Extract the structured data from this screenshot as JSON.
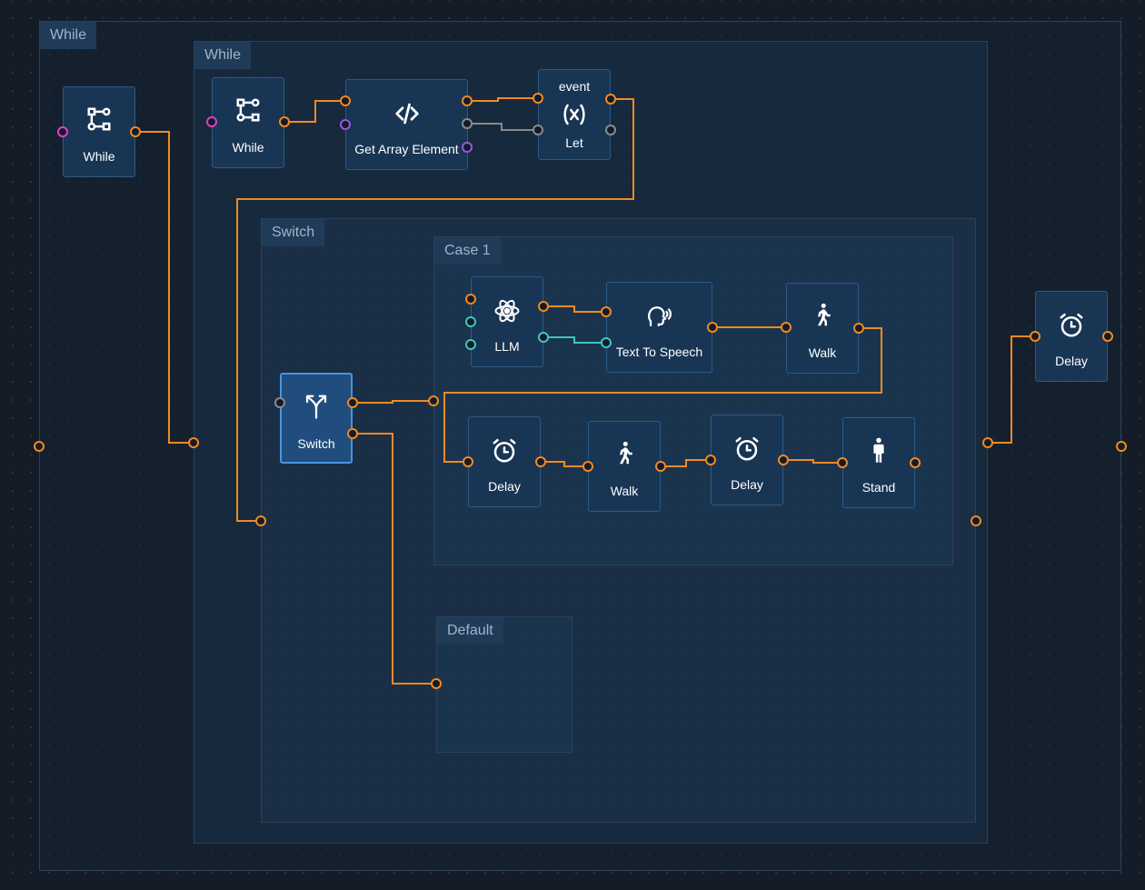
{
  "groups": {
    "outer_while": "While",
    "inner_while": "While",
    "switch": "Switch",
    "case1": "Case 1",
    "default": "Default"
  },
  "nodes": {
    "while_outer": {
      "label": "While",
      "icon": "branch-icon"
    },
    "while_inner": {
      "label": "While",
      "icon": "branch-icon"
    },
    "get_array_element": {
      "label": "Get Array Element",
      "icon": "code-icon"
    },
    "let": {
      "label": "Let",
      "variable": "event",
      "icon": "variable-icon"
    },
    "llm": {
      "label": "LLM",
      "icon": "atom-icon"
    },
    "text_to_speech": {
      "label": "Text To Speech",
      "icon": "speaking-head-icon"
    },
    "walk_1": {
      "label": "Walk",
      "icon": "walking-person-icon"
    },
    "switch": {
      "label": "Switch",
      "icon": "split-arrows-icon",
      "selected": true
    },
    "delay_1": {
      "label": "Delay",
      "icon": "alarm-clock-icon"
    },
    "walk_2": {
      "label": "Walk",
      "icon": "walking-person-icon"
    },
    "delay_2": {
      "label": "Delay",
      "icon": "alarm-clock-icon"
    },
    "stand": {
      "label": "Stand",
      "icon": "standing-person-icon"
    },
    "delay_right": {
      "label": "Delay",
      "icon": "alarm-clock-icon"
    }
  },
  "colors": {
    "background": "#141c27",
    "flow_wire": "#f08a24",
    "data_wire_teal": "#3ec7c0",
    "data_wire_gray": "#8a8a8a",
    "port_pink": "#e040c8",
    "port_purple": "#9a55e0",
    "node_fill": "#183554",
    "node_border": "#2b5a86",
    "selected_border": "#4a93e0"
  }
}
